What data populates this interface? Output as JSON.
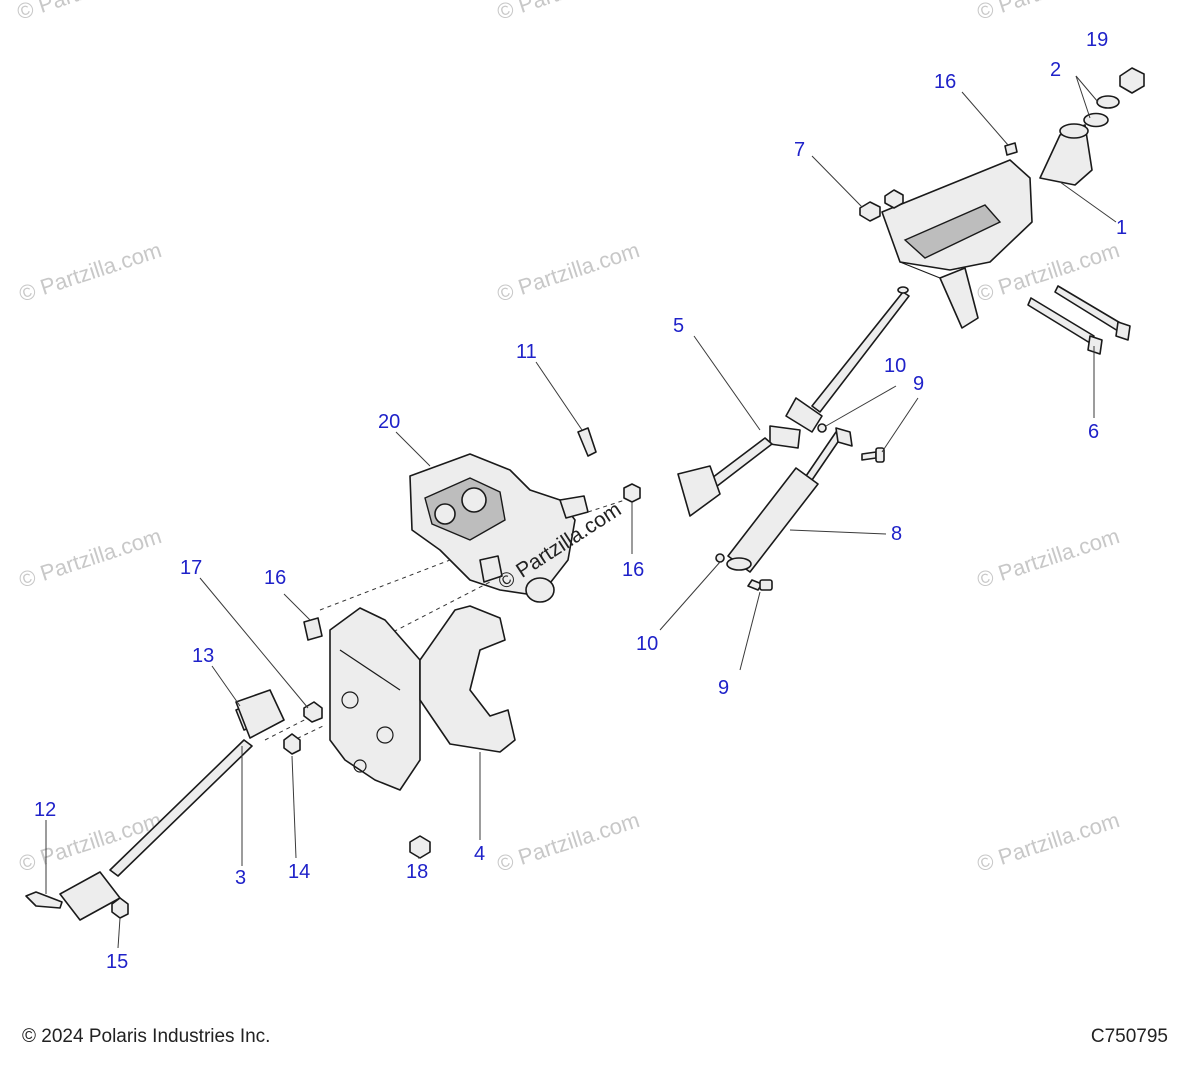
{
  "watermark": "© Partzilla.com",
  "watermark_center": "© Partzilla.com",
  "footer": {
    "copyright": "© 2024 Polaris Industries Inc.",
    "drawing_number": "C750795"
  },
  "callouts": [
    "1",
    "2",
    "3",
    "4",
    "5",
    "6",
    "7",
    "8",
    "9",
    "9",
    "10",
    "10",
    "11",
    "12",
    "13",
    "14",
    "15",
    "16",
    "16",
    "16",
    "17",
    "18",
    "19",
    "20"
  ]
}
